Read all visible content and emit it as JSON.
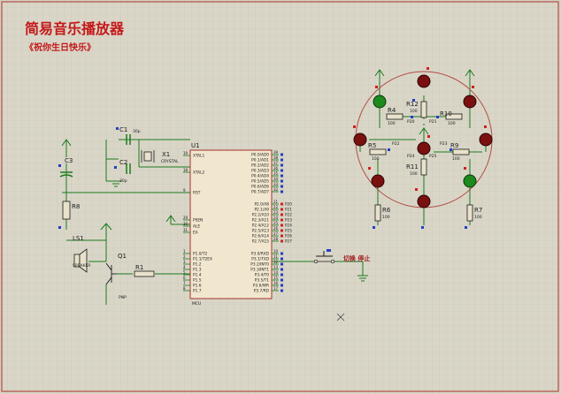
{
  "header": {
    "title": "简易音乐播放器",
    "subtitle": "《祝你生日快乐》"
  },
  "components": {
    "c1": {
      "ref": "C1",
      "value": "30p"
    },
    "c2": {
      "ref": "C2",
      "value": "30p"
    },
    "c3": {
      "ref": "C3"
    },
    "x1": {
      "ref": "X1",
      "value": "CRYSTAL"
    },
    "u1": {
      "ref": "U1",
      "value": "MCU"
    },
    "r8": {
      "ref": "R8"
    },
    "ls1": {
      "ref": "LS1",
      "value": "SPEAKER"
    },
    "q1": {
      "ref": "Q1",
      "value": "PNP"
    },
    "r1": {
      "ref": "R1"
    },
    "button": {
      "label": "切换 停止"
    },
    "resistors": [
      {
        "ref": "R4",
        "value": "100"
      },
      {
        "ref": "R12",
        "value": "100"
      },
      {
        "ref": "R10",
        "value": "100"
      },
      {
        "ref": "R5",
        "value": "100"
      },
      {
        "ref": "R9",
        "value": "100"
      },
      {
        "ref": "R11",
        "value": "100"
      },
      {
        "ref": "R6",
        "value": "100"
      },
      {
        "ref": "R7",
        "value": "100"
      }
    ]
  },
  "mcu_pins": {
    "left": [
      {
        "num": "19",
        "name": "XTAL1"
      },
      {
        "num": "18",
        "name": "XTAL2"
      },
      {
        "num": "9",
        "name": "RST"
      },
      {
        "num": "29",
        "name": "PSEN"
      },
      {
        "num": "30",
        "name": "ALE"
      },
      {
        "num": "31",
        "name": "EA"
      },
      {
        "num": "1",
        "name": "P1.0/T2"
      },
      {
        "num": "2",
        "name": "P1.1/T2EX"
      },
      {
        "num": "3",
        "name": "P1.2"
      },
      {
        "num": "4",
        "name": "P1.3"
      },
      {
        "num": "5",
        "name": "P1.4"
      },
      {
        "num": "6",
        "name": "P1.5"
      },
      {
        "num": "7",
        "name": "P1.6"
      },
      {
        "num": "8",
        "name": "P1.7"
      }
    ],
    "right": [
      {
        "num": "39",
        "name": "P0.0/AD0"
      },
      {
        "num": "38",
        "name": "P0.1/AD1"
      },
      {
        "num": "37",
        "name": "P0.2/AD2"
      },
      {
        "num": "36",
        "name": "P0.3/AD3"
      },
      {
        "num": "35",
        "name": "P0.4/AD4"
      },
      {
        "num": "34",
        "name": "P0.5/AD5"
      },
      {
        "num": "33",
        "name": "P0.6/AD6"
      },
      {
        "num": "32",
        "name": "P0.7/AD7"
      },
      {
        "num": "21",
        "name": "P2.0/A8"
      },
      {
        "num": "22",
        "name": "P2.1/A9"
      },
      {
        "num": "23",
        "name": "P2.2/A10"
      },
      {
        "num": "24",
        "name": "P2.3/A11"
      },
      {
        "num": "25",
        "name": "P2.4/A12"
      },
      {
        "num": "26",
        "name": "P2.5/A13"
      },
      {
        "num": "27",
        "name": "P2.6/A14"
      },
      {
        "num": "28",
        "name": "P2.7/A15"
      },
      {
        "num": "10",
        "name": "P3.0/RXD"
      },
      {
        "num": "11",
        "name": "P3.1/TXD"
      },
      {
        "num": "12",
        "name": "P3.2/INT0"
      },
      {
        "num": "13",
        "name": "P3.3/INT1"
      },
      {
        "num": "14",
        "name": "P3.4/T0"
      },
      {
        "num": "15",
        "name": "P3.5/T1"
      },
      {
        "num": "16",
        "name": "P3.6/WR"
      },
      {
        "num": "17",
        "name": "P3.7/RD"
      }
    ],
    "net_labels": [
      "P20",
      "P21",
      "P22",
      "P23",
      "P24",
      "P25",
      "P26",
      "P27"
    ]
  },
  "colors": {
    "background": "#d9d6c8",
    "grid": "#c6c3b2",
    "wire": "#1c7a1c",
    "ref": "#1a1a1a",
    "title": "#c41818",
    "mcu_body": "#f1e7cf",
    "mcu_border": "#a8322c",
    "led_red": "#7a1010",
    "led_green": "#1d8a1d",
    "pin_marker": "#d02020"
  }
}
